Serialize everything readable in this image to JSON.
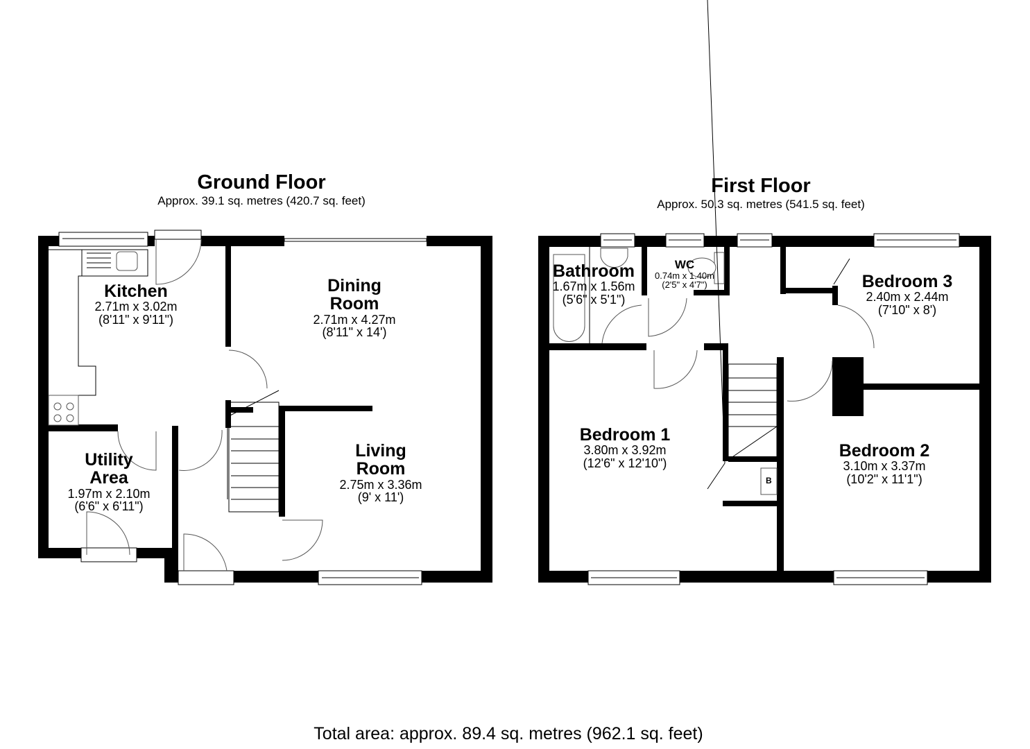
{
  "ground_floor": {
    "title": "Ground Floor",
    "area": "Approx. 39.1 sq. metres (420.7 sq. feet)",
    "rooms": [
      {
        "name": "Kitchen",
        "metric": "2.71m x 3.02m",
        "imperial": "(8'11\" x 9'11\")"
      },
      {
        "name_line1": "Dining",
        "name_line2": "Room",
        "metric": "2.71m x 4.27m",
        "imperial": "(8'11\" x 14')"
      },
      {
        "name_line1": "Utility",
        "name_line2": "Area",
        "metric": "1.97m x 2.10m",
        "imperial": "(6'6\" x 6'11\")"
      },
      {
        "name_line1": "Living",
        "name_line2": "Room",
        "metric": "2.75m x 3.36m",
        "imperial": "(9' x 11')"
      }
    ]
  },
  "first_floor": {
    "title": "First Floor",
    "area": "Approx. 50.3 sq. metres (541.5 sq. feet)",
    "rooms": [
      {
        "name": "Bathroom",
        "metric": "1.67m x 1.56m",
        "imperial": "(5'6\" x 5'1\")"
      },
      {
        "name": "WC",
        "metric": "0.74m x 1.40m",
        "imperial": "(2'5\" x 4'7\")"
      },
      {
        "name": "Bedroom 3",
        "metric": "2.40m x 2.44m",
        "imperial": "(7'10\" x 8')"
      },
      {
        "name": "Bedroom 1",
        "metric": "3.80m x 3.92m",
        "imperial": "(12'6\" x 12'10\")"
      },
      {
        "name": "Bedroom 2",
        "metric": "3.10m x 3.37m",
        "imperial": "(10'2\" x 11'1\")"
      }
    ],
    "boiler_label": "B"
  },
  "total_area": "Total area: approx. 89.4 sq. metres (962.1 sq. feet)",
  "colors": {
    "wall": "#000000",
    "background": "#ffffff",
    "fixture_line": "#555555"
  }
}
